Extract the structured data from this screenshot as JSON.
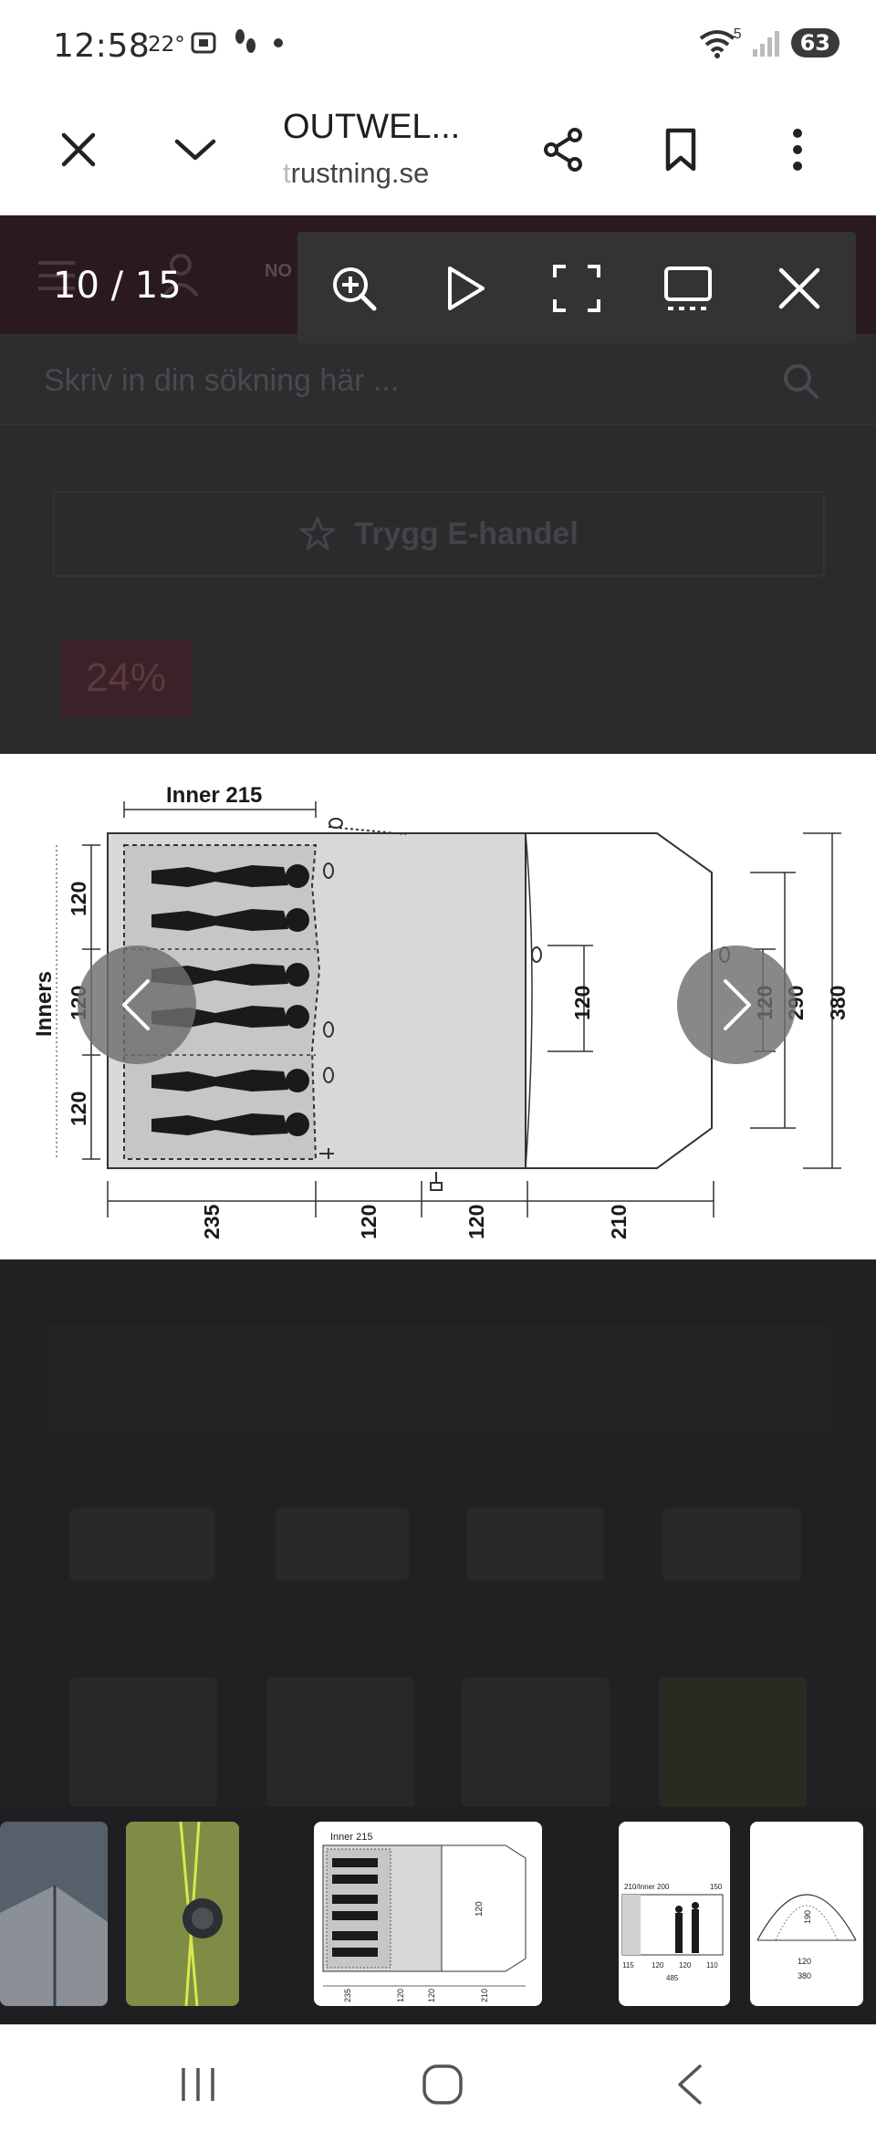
{
  "status": {
    "time": "12:58",
    "temperature": "22°",
    "battery": "63",
    "wifi_superscript": "5"
  },
  "toolbar": {
    "title": "OUTWEL...",
    "url_prefix": "t",
    "url_rest": "rustning.se"
  },
  "site": {
    "nav_text": "NO",
    "search_placeholder": "Skriv in din sökning här ...",
    "trust_label": "Trygg E-handel",
    "discount_badge": "24%"
  },
  "viewer": {
    "counter": "10 / 15",
    "accent": "#ffffff"
  },
  "floorplan": {
    "inner_label": "Inner 215",
    "inners_label": "Inners",
    "left_dims": [
      "120",
      "120",
      "120"
    ],
    "mid_dim": "120",
    "right_dims": [
      "120",
      "290",
      "380"
    ],
    "bottom_dims": [
      "235",
      "120",
      "120",
      "210"
    ]
  },
  "thumbs": {
    "t3_inner": "Inner 215",
    "t3_dims": [
      "235",
      "120",
      "120",
      "210"
    ],
    "t3_mid": "120",
    "t4_top": "210/Inner 200",
    "t4_right": "150",
    "t4_dims": [
      "115",
      "120",
      "120",
      "110"
    ],
    "t4_total": "485",
    "t5_h": "190",
    "t5_w1": "120",
    "t5_w2": "380"
  }
}
